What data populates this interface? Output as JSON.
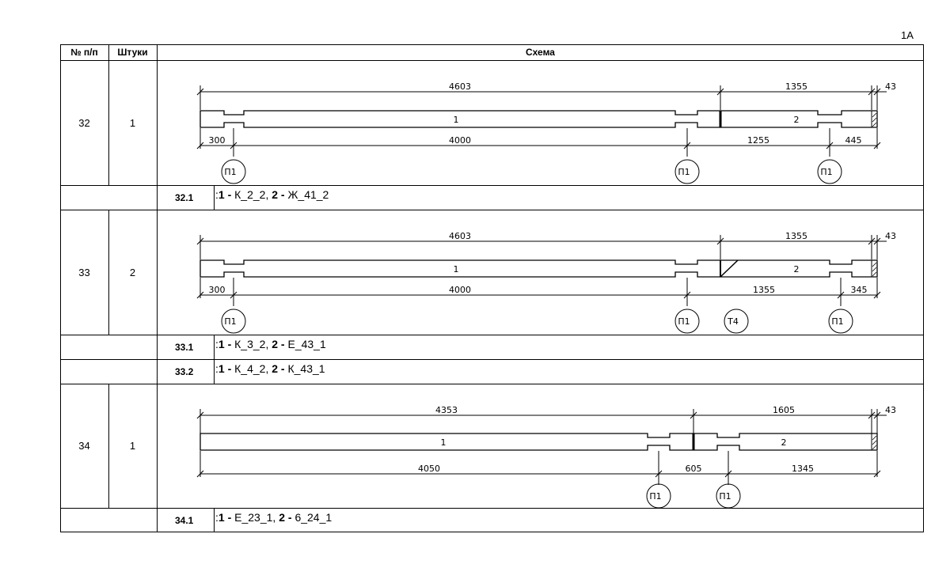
{
  "page": {
    "sheet_id": "1A"
  },
  "header": {
    "col_num": "№ п/п",
    "col_qty": "Штуки",
    "col_scheme": "Схема"
  },
  "rows": [
    {
      "num": "32",
      "qty": "1",
      "scheme": {
        "top_dims": [
          "4603",
          "1355",
          "43"
        ],
        "bottom_dims": [
          "300",
          "4000",
          "1255",
          "445"
        ],
        "parts": [
          "1",
          "2"
        ],
        "markers": [
          "П1",
          "П1",
          "П1"
        ]
      },
      "subs": [
        {
          "code": "32.1",
          "p1": "1",
          "v1": "К_2_2",
          "p2": "2",
          "v2": "Ж_41_2"
        }
      ]
    },
    {
      "num": "33",
      "qty": "2",
      "scheme": {
        "top_dims": [
          "4603",
          "1355",
          "43"
        ],
        "bottom_dims": [
          "300",
          "4000",
          "1355",
          "345"
        ],
        "parts": [
          "1",
          "2"
        ],
        "markers": [
          "П1",
          "П1",
          "Т4",
          "П1"
        ]
      },
      "subs": [
        {
          "code": "33.1",
          "p1": "1",
          "v1": "К_3_2",
          "p2": "2",
          "v2": "Е_43_1"
        },
        {
          "code": "33.2",
          "p1": "1",
          "v1": "К_4_2",
          "p2": "2",
          "v2": "К_43_1"
        }
      ]
    },
    {
      "num": "34",
      "qty": "1",
      "scheme": {
        "top_dims": [
          "4353",
          "1605",
          "43"
        ],
        "bottom_dims": [
          "4050",
          "605",
          "1345"
        ],
        "parts": [
          "1",
          "2"
        ],
        "markers": [
          "П1",
          "П1"
        ]
      },
      "subs": [
        {
          "code": "34.1",
          "p1": "1",
          "v1": "Е_23_1",
          "p2": "2",
          "v2": "6_24_1"
        }
      ]
    }
  ]
}
